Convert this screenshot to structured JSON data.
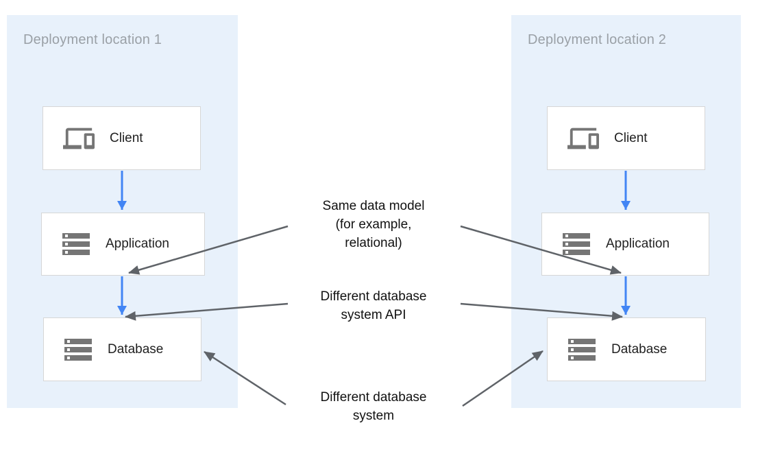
{
  "colors": {
    "panel_bg": "#E8F1FB",
    "box_border": "#D6D6D6",
    "icon_gray": "#757575",
    "label_gray": "#9AA0A6",
    "text_dark": "#212121",
    "arrow_blue": "#4285F4",
    "arrow_gray": "#5F6368"
  },
  "panels": [
    {
      "title": "Deployment location 1",
      "boxes": [
        {
          "label": "Client",
          "icon": "devices-icon"
        },
        {
          "label": "Application",
          "icon": "storage-icon"
        },
        {
          "label": "Database",
          "icon": "storage-icon"
        }
      ]
    },
    {
      "title": "Deployment location 2",
      "boxes": [
        {
          "label": "Client",
          "icon": "devices-icon"
        },
        {
          "label": "Application",
          "icon": "storage-icon"
        },
        {
          "label": "Database",
          "icon": "storage-icon"
        }
      ]
    }
  ],
  "annotations": [
    {
      "text": "Same data model\n(for example,\nrelational)"
    },
    {
      "text": "Different database\nsystem API"
    },
    {
      "text": "Different database\nsystem"
    }
  ]
}
